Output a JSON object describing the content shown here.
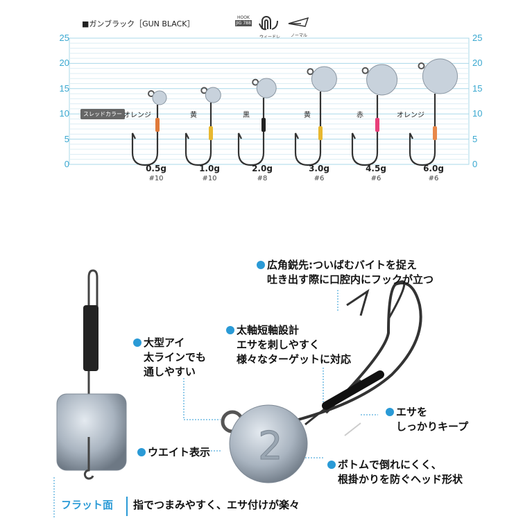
{
  "title": "■ガンブラック［GUN BLACK］",
  "icons": {
    "hook_label": "HOOK",
    "hook_code": "JIG 788",
    "eye_label": "ウィードレスアイ",
    "normal_label": "ノーマル"
  },
  "axis": {
    "ticks": [
      "25",
      "20",
      "15",
      "10",
      "5",
      "0"
    ]
  },
  "thread_color_badge": "スレッドカラー",
  "colors": {
    "grid": "#a9d8ea",
    "axis_text": "#3aa8d0",
    "bullet": "#2a9ad6"
  },
  "models": [
    {
      "weight": "0.5g",
      "hook": "#10",
      "thread": "オレンジ",
      "thread_hex": "#e07a3a"
    },
    {
      "weight": "1.0g",
      "hook": "#10",
      "thread": "黄",
      "thread_hex": "#e8b830"
    },
    {
      "weight": "2.0g",
      "hook": "#8",
      "thread": "黒",
      "thread_hex": "#222222"
    },
    {
      "weight": "3.0g",
      "hook": "#6",
      "thread": "黄",
      "thread_hex": "#e8b830"
    },
    {
      "weight": "4.5g",
      "hook": "#6",
      "thread": "赤",
      "thread_hex": "#e8407a"
    },
    {
      "weight": "6.0g",
      "hook": "#6",
      "thread": "オレンジ",
      "thread_hex": "#e8884a"
    }
  ],
  "callouts": {
    "point_1": "広角鋭先:ついばむバイトを捉え",
    "point_2": "吐き出す際に口腔内にフックが立つ",
    "shank_1": "太軸短軸設計",
    "shank_2": "エサを刺しやすく",
    "shank_3": "様々なターゲットに対応",
    "eye_1": "大型アイ",
    "eye_2": "太ラインでも",
    "eye_3": "通しやすい",
    "keeper_1": "エサを",
    "keeper_2": "しっかりキープ",
    "weight_mark": "ウエイト表示",
    "head_1": "ボトムで倒れにくく、",
    "head_2": "根掛かりを防ぐヘッド形状",
    "flat_label": "フラット面",
    "flat_desc": "指でつまみやすく、エサ付けが楽々"
  }
}
